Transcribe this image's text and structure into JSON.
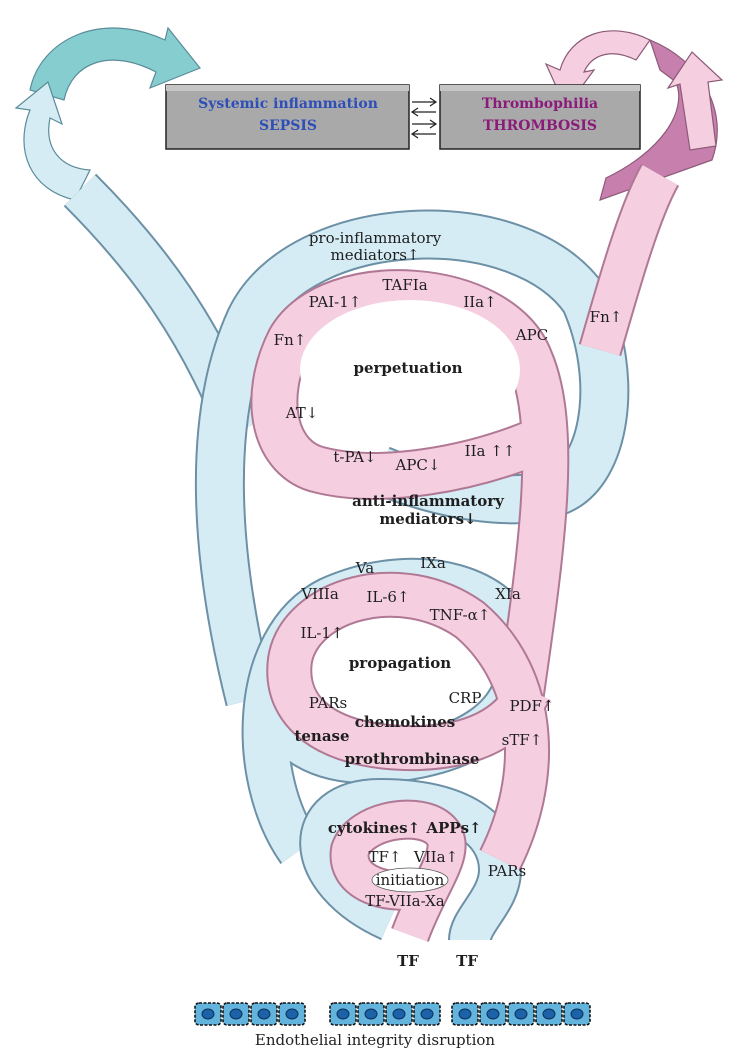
{
  "boxes": {
    "left": {
      "line1": "Systemic inflammation",
      "line2": "SEPSIS",
      "color": "#2e4fb8"
    },
    "right": {
      "line1": "Thrombophilia",
      "line2": "THROMBOSIS",
      "color": "#8b1a7a"
    }
  },
  "colors": {
    "blue_band": "#d6ecf5",
    "pink_band": "#f5cfe0",
    "teal_arrow": "#86cdd0",
    "magenta_arrow": "#c77fae",
    "box_fill": "#a9a9a9",
    "cell_fill": "#63b4dd",
    "cell_nucleus": "#1c62a8"
  },
  "loop_top": {
    "outer_top": "pro-inflammatory",
    "outer_top2": "mediators↑",
    "outer_bottom": "anti-inflammatory",
    "outer_bottom2": "mediators↓",
    "tafia": "TAFIa",
    "pai": "PAI-1↑",
    "iia_up": "IIa↑",
    "fn_left": "Fn↑",
    "apc": "APC",
    "center": "perpetuation",
    "at": "AT↓",
    "tpa": "t-PA↓",
    "apc_down": "APC↓",
    "iia_up2": "IIa ↑↑",
    "fn_right": "Fn↑"
  },
  "loop_mid": {
    "va": "Va",
    "ixa": "IXa",
    "viiia": "VIIIa",
    "il6": "IL-6↑",
    "xia": "XIa",
    "tnf": "TNF-α↑",
    "il1": "IL-1↑",
    "center": "propagation",
    "pars": "PARs",
    "crp": "CRP",
    "pdf": "PDF↑",
    "chemokines": "chemokines",
    "tenase": "tenase",
    "stf": "sTF↑",
    "prothrombinase": "prothrombinase"
  },
  "loop_bottom": {
    "cytokines": "cytokines↑",
    "apps": "APPs↑",
    "tf_up": "TF↑",
    "viia_up": "VIIa↑",
    "center": "initiation",
    "complex": "TF-VIIa-Xa",
    "pars": "PARs",
    "tf_left": "TF",
    "tf_right": "TF"
  },
  "footer": {
    "caption": "Endothelial integrity disruption"
  }
}
